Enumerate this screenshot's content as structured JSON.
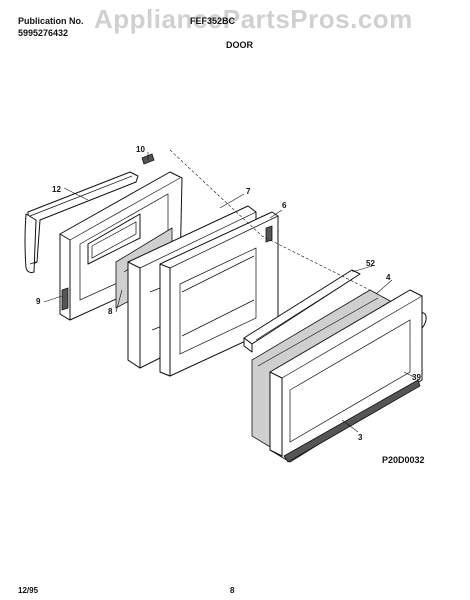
{
  "header": {
    "publication_label": "Publication No.",
    "publication_number": "5995276432",
    "model_code": "FEF352BC",
    "section_title": "DOOR"
  },
  "watermark": "AppliancePartsPros.com",
  "diagram": {
    "id": "P20D0032",
    "callouts": {
      "c10": "10",
      "c12": "12",
      "c7": "7",
      "c6": "6",
      "c9": "9",
      "c8": "8",
      "c52": "52",
      "c4": "4",
      "c39": "39",
      "c3": "3"
    }
  },
  "footer": {
    "date": "12/95",
    "page": "8"
  }
}
